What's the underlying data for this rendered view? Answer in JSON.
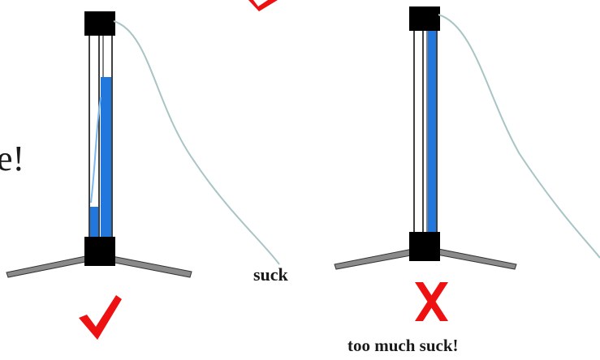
{
  "labels": {
    "partial_text": "e!",
    "suck": "suck",
    "too_much_suck": "too much suck!"
  },
  "colors": {
    "liquid": "#2277dd",
    "tripod": "#777777",
    "clamp": "#000000",
    "tube_outline": "#000000",
    "hose": "#a8c4c4",
    "check": "#ee1111",
    "cross": "#ee1111"
  },
  "icons": {
    "left_result": "checkmark-icon",
    "right_result": "cross-icon"
  }
}
